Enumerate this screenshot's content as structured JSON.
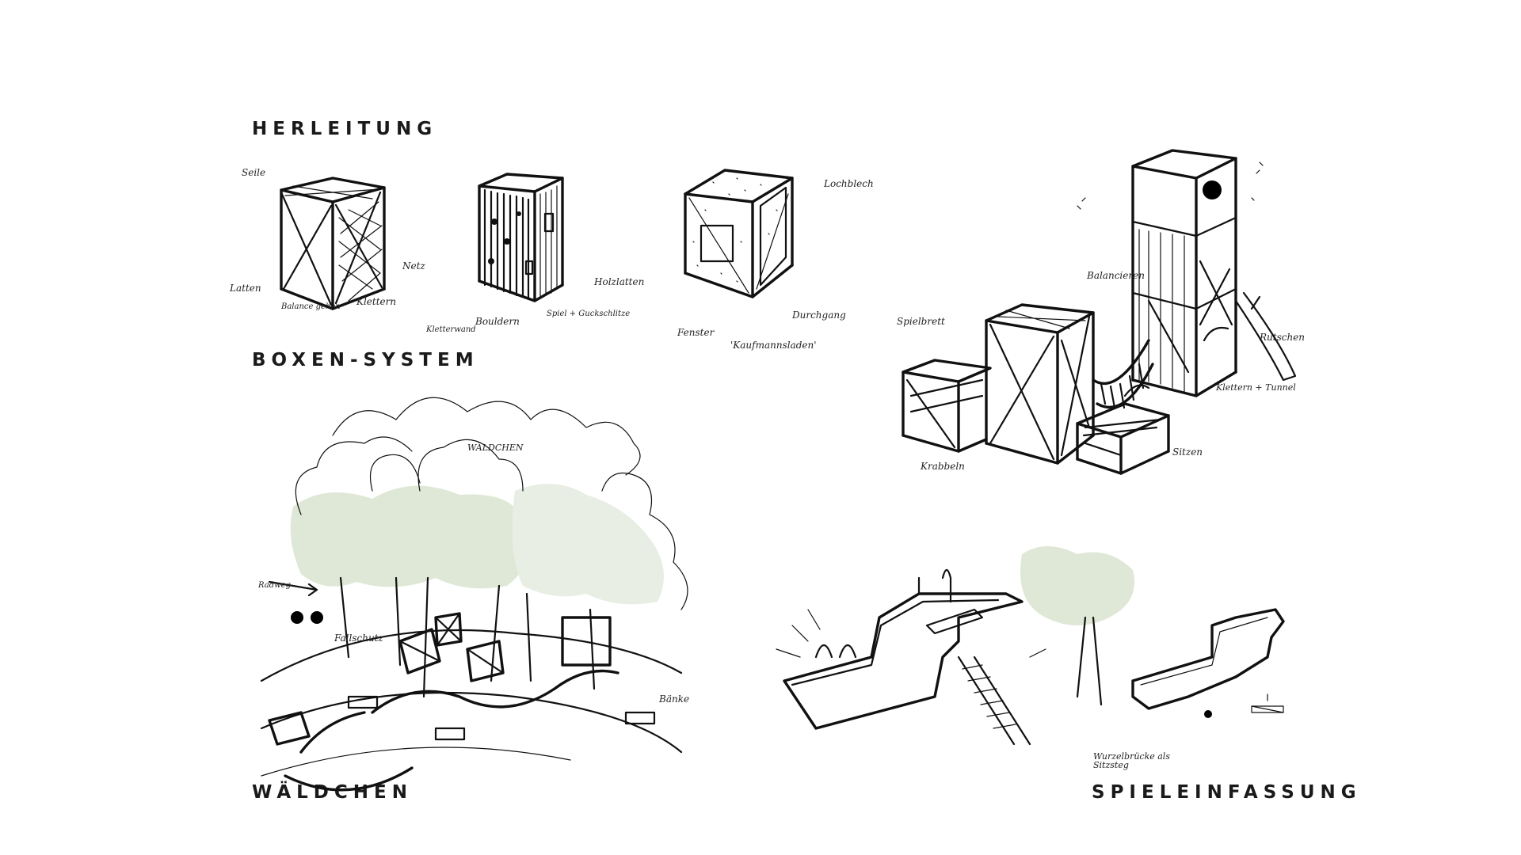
{
  "headings": {
    "herleitung": "HERLEITUNG",
    "boxen_system": "BOXEN-SYSTEM",
    "waeldchen": "WÄLDCHEN",
    "spieleinfassung": "SPIELEINFASSUNG"
  },
  "annotations": {
    "box1": [
      "Seile",
      "Netz",
      "Latten",
      "Klettern",
      "Balance gehen"
    ],
    "box2": [
      "Holzlatten",
      "Kletterwand",
      "Bouldern",
      "Spiel + Guckschlitze"
    ],
    "box3": [
      "Lochblech",
      "Fenster",
      "Durchgang",
      "'Kaufmannsladen'"
    ],
    "tower": [
      "Spielbrett",
      "Balancieren",
      "Rutschen",
      "Klettern + Tunnel",
      "Sitzen",
      "Krabbeln"
    ],
    "waeldchen": [
      "WÄLDCHEN",
      "Radweg",
      "Bänke",
      "Fallschutz"
    ],
    "spieleinfassung": [
      "Wurzelbrücke als Sitzsteg"
    ]
  },
  "colors": {
    "ink": "#111111",
    "background": "#ffffff",
    "tree_wash": "#dfe8d6"
  }
}
